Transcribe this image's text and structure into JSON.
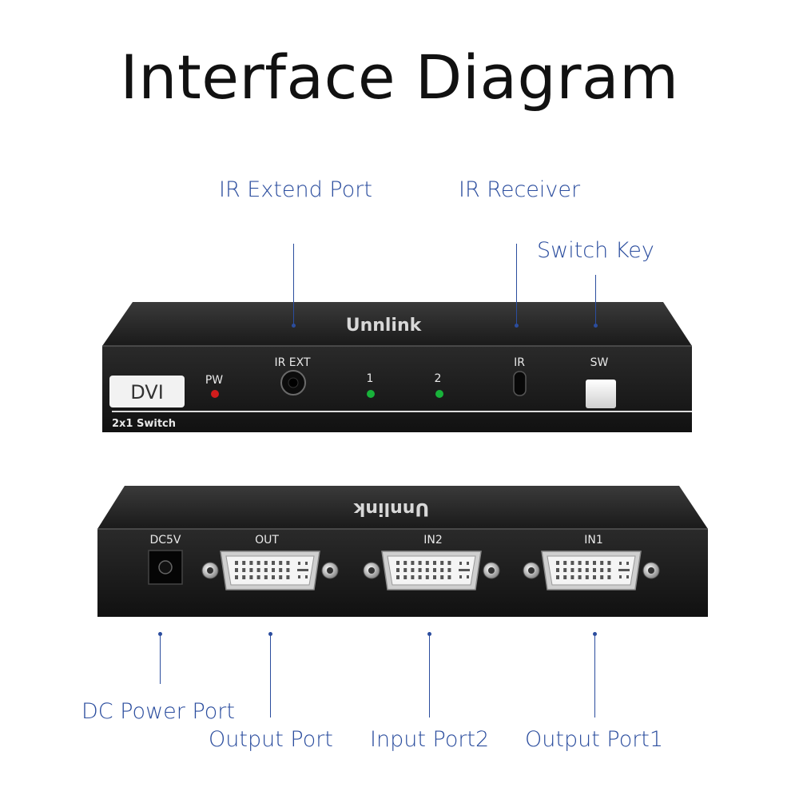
{
  "title": "Interface Diagram",
  "front_device": {
    "brand": "Unnlink",
    "model_badge": "DVI",
    "model_sub": "2x1 Switch",
    "labels": {
      "pw": "PW",
      "ir_ext": "IR EXT",
      "ch1": "1",
      "ch2": "2",
      "ir": "IR",
      "sw": "SW"
    },
    "led_colors": {
      "power": "#d11c1c",
      "channel": "#18b23a"
    }
  },
  "rear_device": {
    "brand": "Unnlink",
    "labels": {
      "dc": "DC5V",
      "out": "OUT",
      "in2": "IN2",
      "in1": "IN1"
    }
  },
  "callouts": {
    "ir_extend_port": "IR Extend Port",
    "ir_receiver": "IR Receiver",
    "switch_key": "Switch Key",
    "dc_power_port": "DC Power Port",
    "output_port": "Output Port",
    "input_port2": "Input Port2",
    "output_port1": "Output Port1"
  },
  "accent_color": "#2b4d9e"
}
